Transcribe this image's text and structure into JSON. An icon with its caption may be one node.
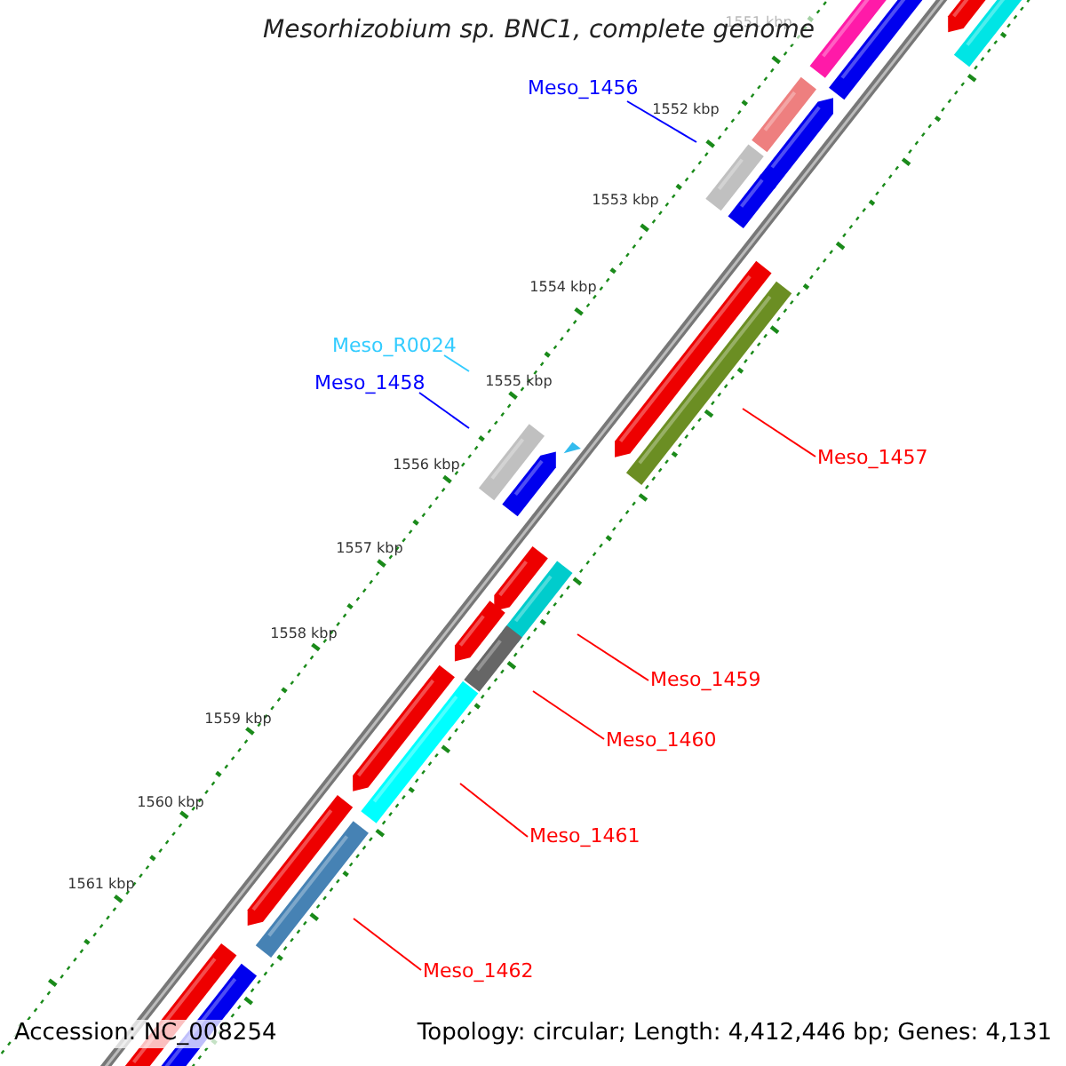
{
  "diagram": {
    "title": "Mesorhizobium sp. BNC1, complete genome",
    "nodes": [
      {
        "text": [
          "Meso_1456"
        ]
      },
      {
        "text": [
          "Meso_R0024"
        ]
      },
      {
        "text": [
          "Meso_1458"
        ]
      },
      {
        "text": [
          "Meso_1457"
        ]
      },
      {
        "text": [
          "Meso_1459"
        ]
      },
      {
        "text": [
          "Meso_1460"
        ]
      },
      {
        "text": [
          "Meso_1461"
        ]
      },
      {
        "text": [
          "Meso_1462"
        ]
      }
    ],
    "edges": [
      {
        "from": 0,
        "to": null,
        "arrow": "none",
        "color": "#0000ff"
      },
      {
        "from": 1,
        "to": null,
        "arrow": "none",
        "color": "#33ccff"
      },
      {
        "from": 2,
        "to": null,
        "arrow": "none",
        "color": "#0000ff"
      },
      {
        "from": 3,
        "to": null,
        "arrow": "none"
      },
      {
        "from": 4,
        "to": null,
        "arrow": "none"
      },
      {
        "from": 5,
        "to": null,
        "arrow": "none"
      },
      {
        "from": 6,
        "to": null,
        "arrow": "none"
      },
      {
        "from": 7,
        "to": null,
        "arrow": "none"
      }
    ],
    "labels": [
      "1551 kbp",
      "1552 kbp",
      "1553 kbp",
      "1554 kbp",
      "1555 kbp",
      "1556 kbp",
      "1557 kbp",
      "1558 kbp",
      "1559 kbp",
      "1560 kbp",
      "1561 kbp",
      "Accession: NC_008254",
      "Topology: circular; Length: 4,412,446 bp; Genes: 4,131"
    ]
  }
}
